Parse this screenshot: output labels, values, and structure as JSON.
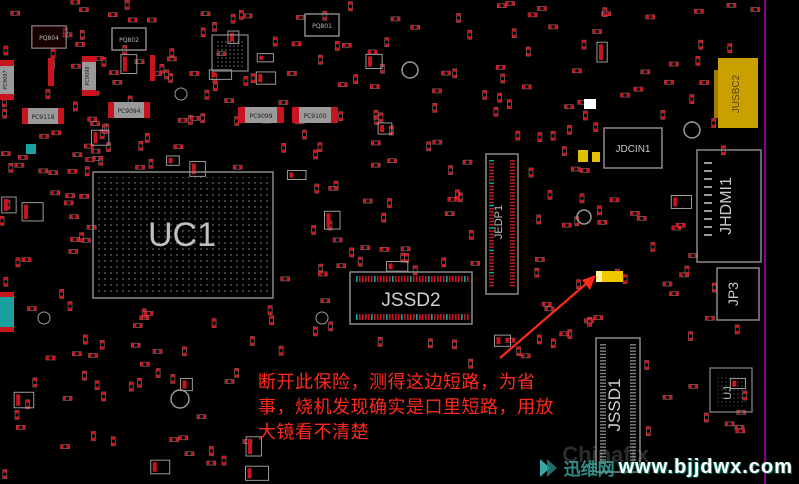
{
  "labels": {
    "uc1": "UC1",
    "jssd2": "JSSD2",
    "jssd1": "JSSD1",
    "jedp1": "JEDP1",
    "jdcin1": "JDCIN1",
    "jhdmi1": "JHDMI1",
    "jp3": "JP3",
    "jusbc2": "JUSBC2",
    "pq804": "PQ804",
    "pq802": "PQ802",
    "pq801": "PQ801",
    "pc9118": "PC9118",
    "pc9094": "PC9094",
    "pc9099": "PC9099",
    "pc9100": "PC9100",
    "pc9097": "PC9097",
    "pc9098": "PC9098",
    "uj": "UJ"
  },
  "annotation": {
    "line1": "断开此保险，测得这边短路，为省",
    "line2": "事，烧机发现确实是口里短路，用放",
    "line3": "大镜看不清楚"
  },
  "watermark": {
    "cn": "迅维网",
    "url": "www.bjjdwx.com",
    "faint": "Chinafix"
  },
  "colors": {
    "board": "#000000",
    "pad_red": "#c8141e",
    "silk": "#a8a8a8",
    "outline": "#8a8a8a",
    "highlight": "#f0c800",
    "usb": "#c9a000",
    "arrow": "#ff2a1a",
    "edge": "#b400b4"
  }
}
